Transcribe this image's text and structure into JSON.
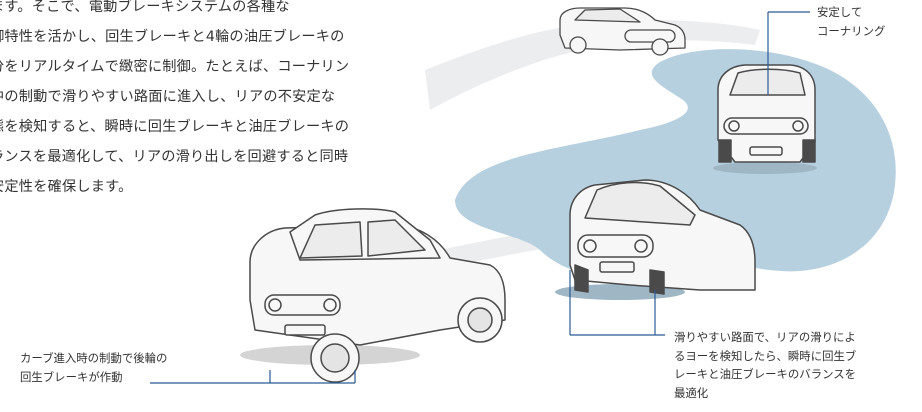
{
  "description_paragraph": "ます。そこで、電動ブレーキシステムの各種な\n御特性を活かし、回生ブレーキと4輪の油圧ブレーキの\n分をリアルタイムで緻密に制御。たとえば、コーナリン\n中の制動で滑りやすい路面に進入し、リアの不安定な\n態を検知すると、瞬時に回生ブレーキと油圧ブレーキの\nランスを最適化して、リアの滑り出しを回避すると同時\n安定性を確保します。",
  "callouts": {
    "stable_cornering": "安定して\nコーナリング",
    "entry_braking": "カーブ進入時の制動で後輪の\n回生ブレーキが作動",
    "slippery_detect": "滑りやすい路面で、リアの滑りによ\nるヨーを検知したら、瞬時に回生ブ\nレーキと油圧ブレーキのバランスを\n最適化"
  },
  "colors": {
    "road": "#ecedef",
    "slippery_zone": "#b7d0df",
    "car_body": "#f7f7f7",
    "car_line": "#4a4a4a",
    "leader": "#2a5a94",
    "text": "#333333"
  }
}
